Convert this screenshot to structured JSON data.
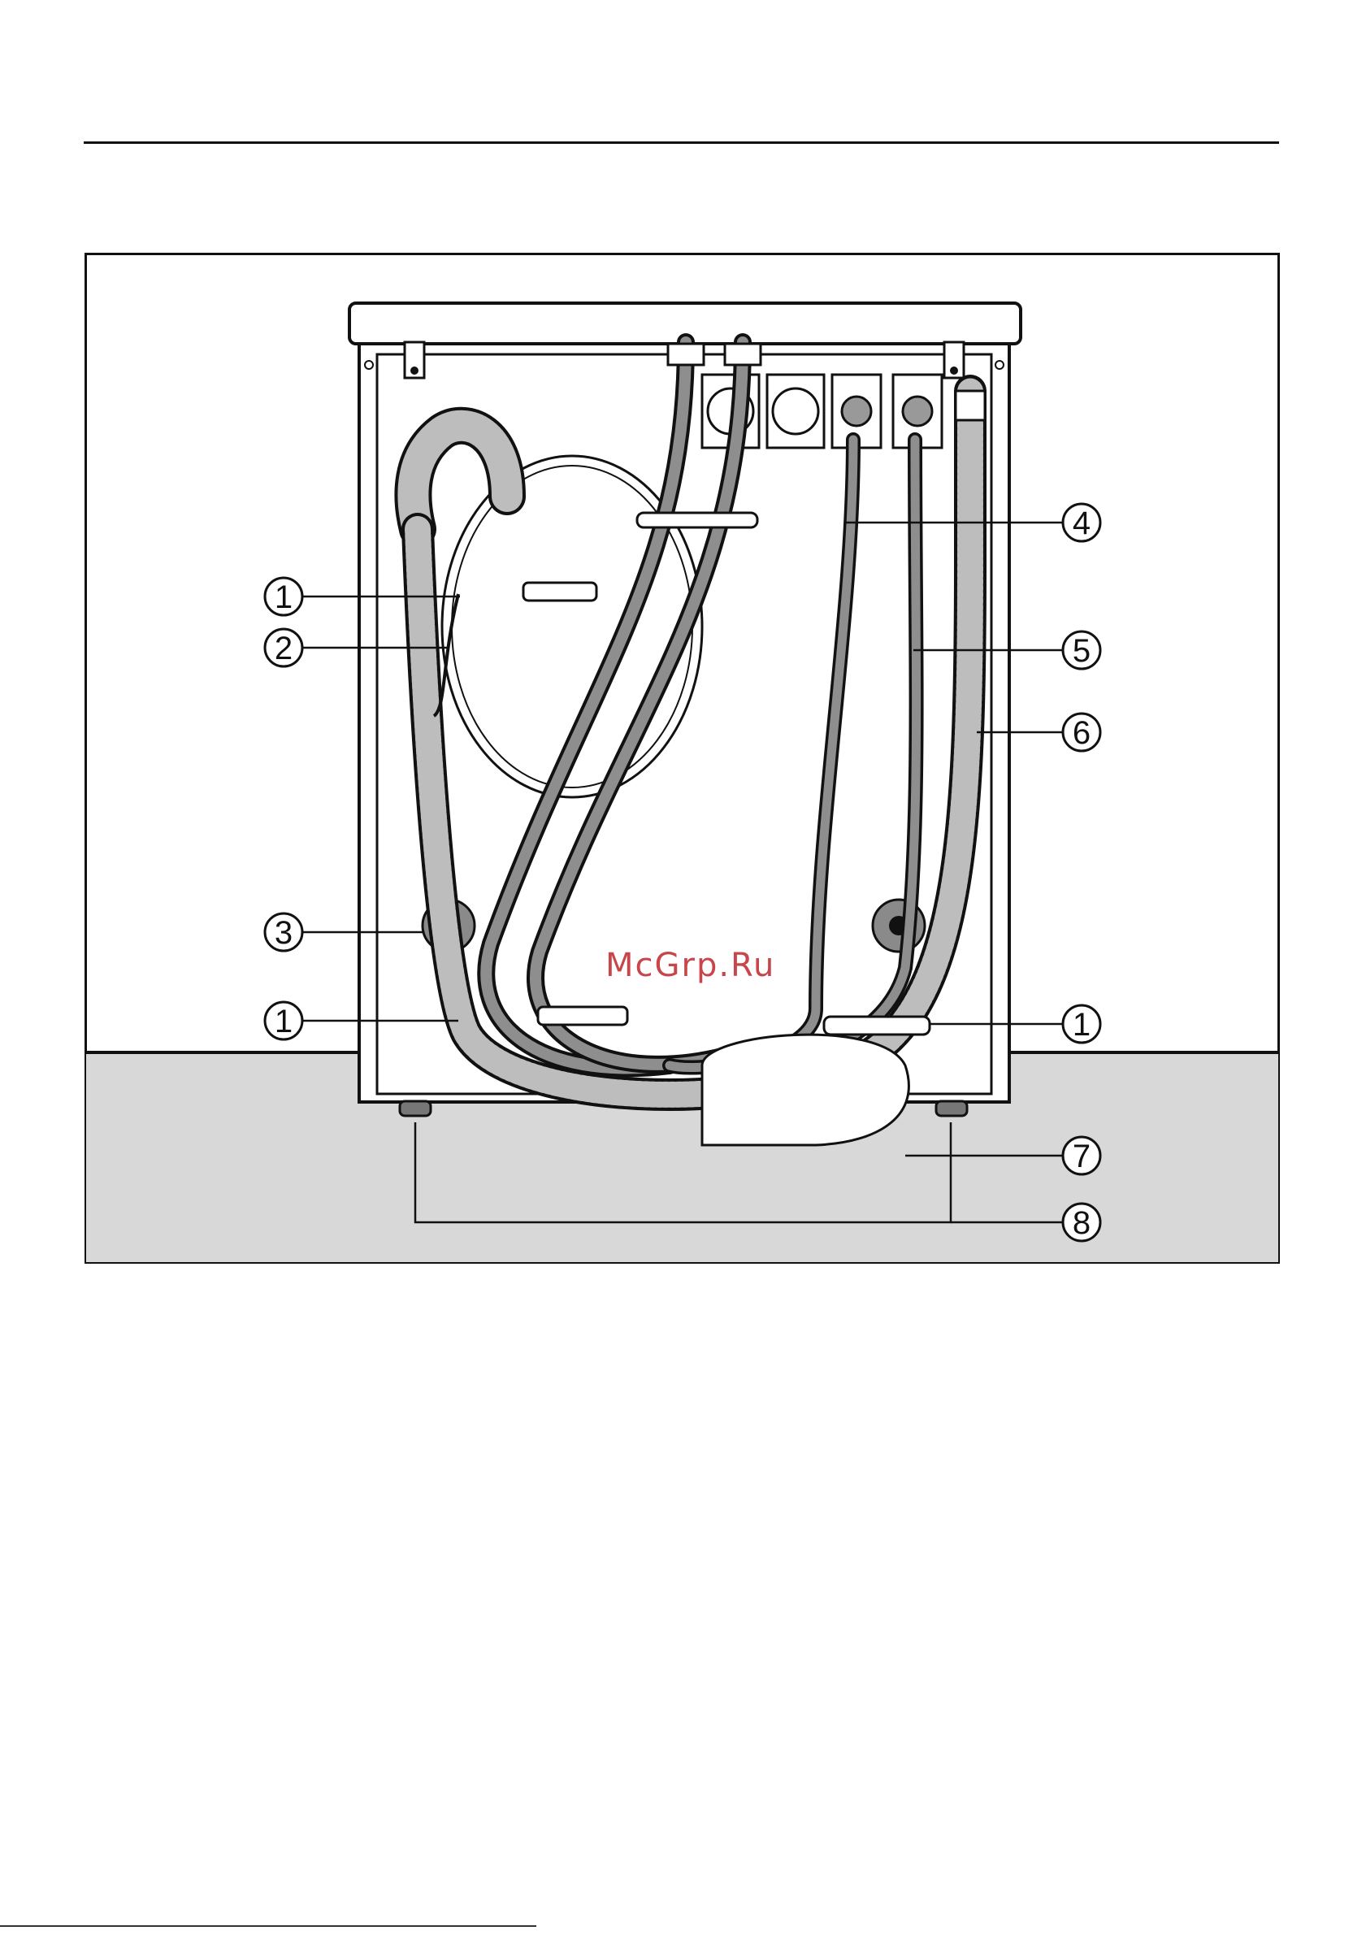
{
  "watermark": {
    "text": "McGrp.Ru"
  },
  "callouts": [
    {
      "id": "c1a",
      "label": "1"
    },
    {
      "id": "c2",
      "label": "2"
    },
    {
      "id": "c3",
      "label": "3"
    },
    {
      "id": "c1b",
      "label": "1"
    },
    {
      "id": "c4",
      "label": "4"
    },
    {
      "id": "c5",
      "label": "5"
    },
    {
      "id": "c6",
      "label": "6"
    },
    {
      "id": "c1c",
      "label": "1"
    },
    {
      "id": "c7",
      "label": "7"
    },
    {
      "id": "c8",
      "label": "8"
    }
  ],
  "colors": {
    "line": "#111111",
    "floor": "#d8d8d8",
    "hose": "#8e8e8e",
    "corrugated": "#bdbdbd"
  }
}
